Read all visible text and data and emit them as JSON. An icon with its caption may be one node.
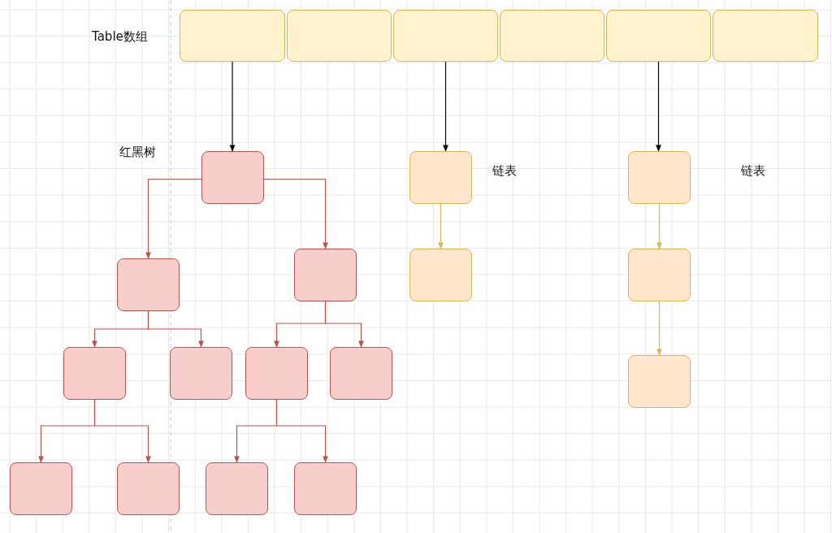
{
  "diagram": {
    "nodes": [
      {
        "text": [],
        "shape": "box"
      },
      {
        "text": [],
        "shape": "box"
      },
      {
        "text": [],
        "shape": "box"
      },
      {
        "text": [],
        "shape": "box"
      },
      {
        "text": [],
        "shape": "box"
      },
      {
        "text": [],
        "shape": "box"
      },
      {
        "text": [],
        "shape": "box"
      },
      {
        "text": [],
        "shape": "box"
      },
      {
        "text": [],
        "shape": "box"
      },
      {
        "text": [],
        "shape": "box"
      },
      {
        "text": [],
        "shape": "box"
      },
      {
        "text": [],
        "shape": "box"
      },
      {
        "text": [],
        "shape": "box"
      },
      {
        "text": [],
        "shape": "box"
      },
      {
        "text": [],
        "shape": "box"
      },
      {
        "text": [],
        "shape": "box"
      },
      {
        "text": [],
        "shape": "box"
      },
      {
        "text": [],
        "shape": "box"
      },
      {
        "text": [],
        "shape": "box"
      },
      {
        "text": [],
        "shape": "box"
      },
      {
        "text": [],
        "shape": "box"
      },
      {
        "text": [],
        "shape": "box"
      }
    ],
    "edges": [
      {
        "from": 0,
        "to": 6,
        "arrow": "to",
        "color": "#000000"
      },
      {
        "from": 2,
        "to": 17,
        "arrow": "to",
        "color": "#000000"
      },
      {
        "from": 4,
        "to": 19,
        "arrow": "to",
        "color": "#000000"
      },
      {
        "from": 6,
        "to": 7,
        "arrow": "to"
      },
      {
        "from": 6,
        "to": 8,
        "arrow": "to"
      },
      {
        "from": 7,
        "to": 9,
        "arrow": "to"
      },
      {
        "from": 7,
        "to": 10,
        "arrow": "to"
      },
      {
        "from": 8,
        "to": 11,
        "arrow": "to"
      },
      {
        "from": 8,
        "to": 12,
        "arrow": "to"
      },
      {
        "from": 9,
        "to": 13,
        "arrow": "to"
      },
      {
        "from": 9,
        "to": 14,
        "arrow": "to"
      },
      {
        "from": 11,
        "to": 15,
        "arrow": "to"
      },
      {
        "from": 11,
        "to": 16,
        "arrow": "to"
      },
      {
        "from": 17,
        "to": 18,
        "arrow": "to",
        "color": "#d6b656"
      },
      {
        "from": 19,
        "to": 20,
        "arrow": "to",
        "color": "#d6b656"
      },
      {
        "from": 20,
        "to": 21,
        "arrow": "to",
        "color": "#d6b656"
      }
    ],
    "labels": [
      "Table数组",
      "红黑树",
      "链表",
      "链表"
    ]
  }
}
